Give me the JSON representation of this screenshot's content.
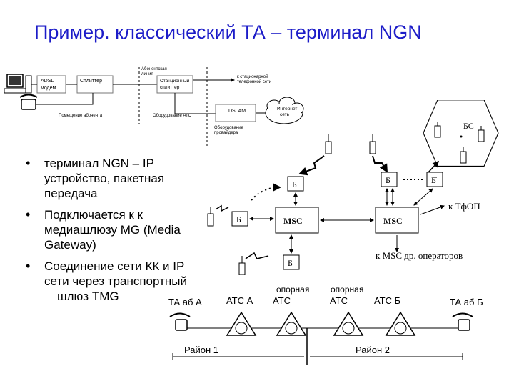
{
  "title": {
    "accent": "Пример.",
    "rest": "классический ТА – терминал NGN"
  },
  "bullets": [
    "терминал NGN – IP устройство, пакетная передача",
    "Подключается к к медиашлюзу MG (Media Gateway)",
    "Соединение сети КК и IP сети через транспортный"
  ],
  "bullet_tail": "шлюз",
  "bullet_last": "TMG",
  "adsl": {
    "adsl_modem": [
      "ADSL",
      "модем"
    ],
    "splitter": "Сплиттер",
    "subscriber_line": [
      "Абонентская",
      "линия"
    ],
    "station_splitter": [
      "Станционный",
      "сплиттер"
    ],
    "pstn": [
      "к стационарной",
      "телефонной сети"
    ],
    "premises": "Помещение абонента",
    "ats_equipment": "Оборудование АТС",
    "dslam": "DSLAM",
    "internet": [
      "Интернет",
      "сеть"
    ],
    "provider": [
      "Оборудование",
      "провайдера"
    ]
  },
  "mobile": {
    "bs_label": "БС",
    "b": "Б",
    "msc": "MSC",
    "to_pstn": "к ТфОП",
    "to_msc": "к MSC др. операторов"
  },
  "wired": {
    "ta_a": "ТА аб А",
    "ats_a": "АТС А",
    "ref_ats_1": [
      "опорная",
      "АТС"
    ],
    "ref_ats_2": [
      "опорная",
      "АТС"
    ],
    "ats_b": "АТС Б",
    "ta_b": "ТА аб Б",
    "district_1": "Район 1",
    "district_2": "Район 2"
  }
}
